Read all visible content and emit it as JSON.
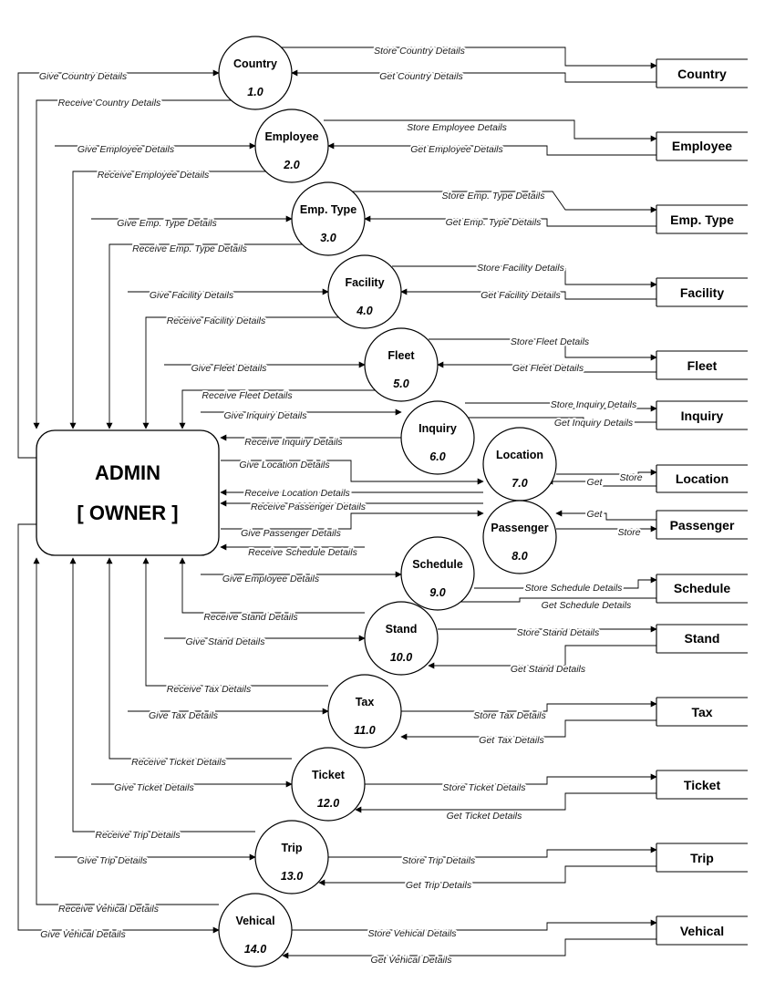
{
  "admin": {
    "line1": "ADMIN",
    "line2": "[ OWNER ]"
  },
  "processes": [
    {
      "name": "Country",
      "number": "1.0",
      "store": "Country",
      "give": "Give Country Details",
      "receive": "Receive Country Details",
      "store_flow": "Store Country Details",
      "get_flow": "Get Country Details"
    },
    {
      "name": "Employee",
      "number": "2.0",
      "store": "Employee",
      "give": "Give Employee Details",
      "receive": "Receive Employee Details",
      "store_flow": "Store Employee Details",
      "get_flow": "Get Employee Details"
    },
    {
      "name": "Emp. Type",
      "number": "3.0",
      "store": "Emp. Type",
      "give": "Give Emp. Type Details",
      "receive": "Receive Emp. Type Details",
      "store_flow": "Store Emp. Type Details",
      "get_flow": "Get Emp. Type Details"
    },
    {
      "name": "Facility",
      "number": "4.0",
      "store": "Facility",
      "give": "Give Facility Details",
      "receive": "Receive Facility Details",
      "store_flow": "Store Facility Details",
      "get_flow": "Get Facility Details"
    },
    {
      "name": "Fleet",
      "number": "5.0",
      "store": "Fleet",
      "give": "Give Fleet Details",
      "receive": "Receive Fleet Details",
      "store_flow": "Store Fleet Details",
      "get_flow": "Get Fleet Details"
    },
    {
      "name": "Inquiry",
      "number": "6.0",
      "store": "Inquiry",
      "give": "Give Inquiry Details",
      "receive": "Receive Inquiry Details",
      "store_flow": "Store Inquiry Details",
      "get_flow": "Get Inquiry Details"
    },
    {
      "name": "Location",
      "number": "7.0",
      "store": "Location",
      "give": "Give Location Details",
      "receive": "Receive Location Details",
      "store_flow": "Store",
      "get_flow": "Get"
    },
    {
      "name": "Passenger",
      "number": "8.0",
      "store": "Passenger",
      "give": "Give Passenger Details",
      "receive": "Receive Passenger Details",
      "store_flow": "Store",
      "get_flow": "Get"
    },
    {
      "name": "Schedule",
      "number": "9.0",
      "store": "Schedule",
      "give": "Give Employee Details",
      "receive": "Receive Schedule Details",
      "store_flow": "Store Schedule Details",
      "get_flow": "Get Schedule Details"
    },
    {
      "name": "Stand",
      "number": "10.0",
      "store": "Stand",
      "give": "Give Stand Details",
      "receive": "Receive Stand Details",
      "store_flow": "Store Stand Details",
      "get_flow": "Get Stand Details"
    },
    {
      "name": "Tax",
      "number": "11.0",
      "store": "Tax",
      "give": "Give Tax Details",
      "receive": "Receive Tax Details",
      "store_flow": "Store Tax Details",
      "get_flow": "Get Tax Details"
    },
    {
      "name": "Ticket",
      "number": "12.0",
      "store": "Ticket",
      "give": "Give Ticket Details",
      "receive": "Receive Ticket Details",
      "store_flow": "Store Ticket Details",
      "get_flow": "Get Ticket Details"
    },
    {
      "name": "Trip",
      "number": "13.0",
      "store": "Trip",
      "give": "Give Trip Details",
      "receive": "Receive Trip Details",
      "store_flow": "Store Trip Details",
      "get_flow": "Get Trip Details"
    },
    {
      "name": "Vehical",
      "number": "14.0",
      "store": "Vehical",
      "give": "Give Vehical Details",
      "receive": "Receive Vehical Details",
      "store_flow": "Store Vehical Details",
      "get_flow": "Get Vehical Details"
    }
  ]
}
